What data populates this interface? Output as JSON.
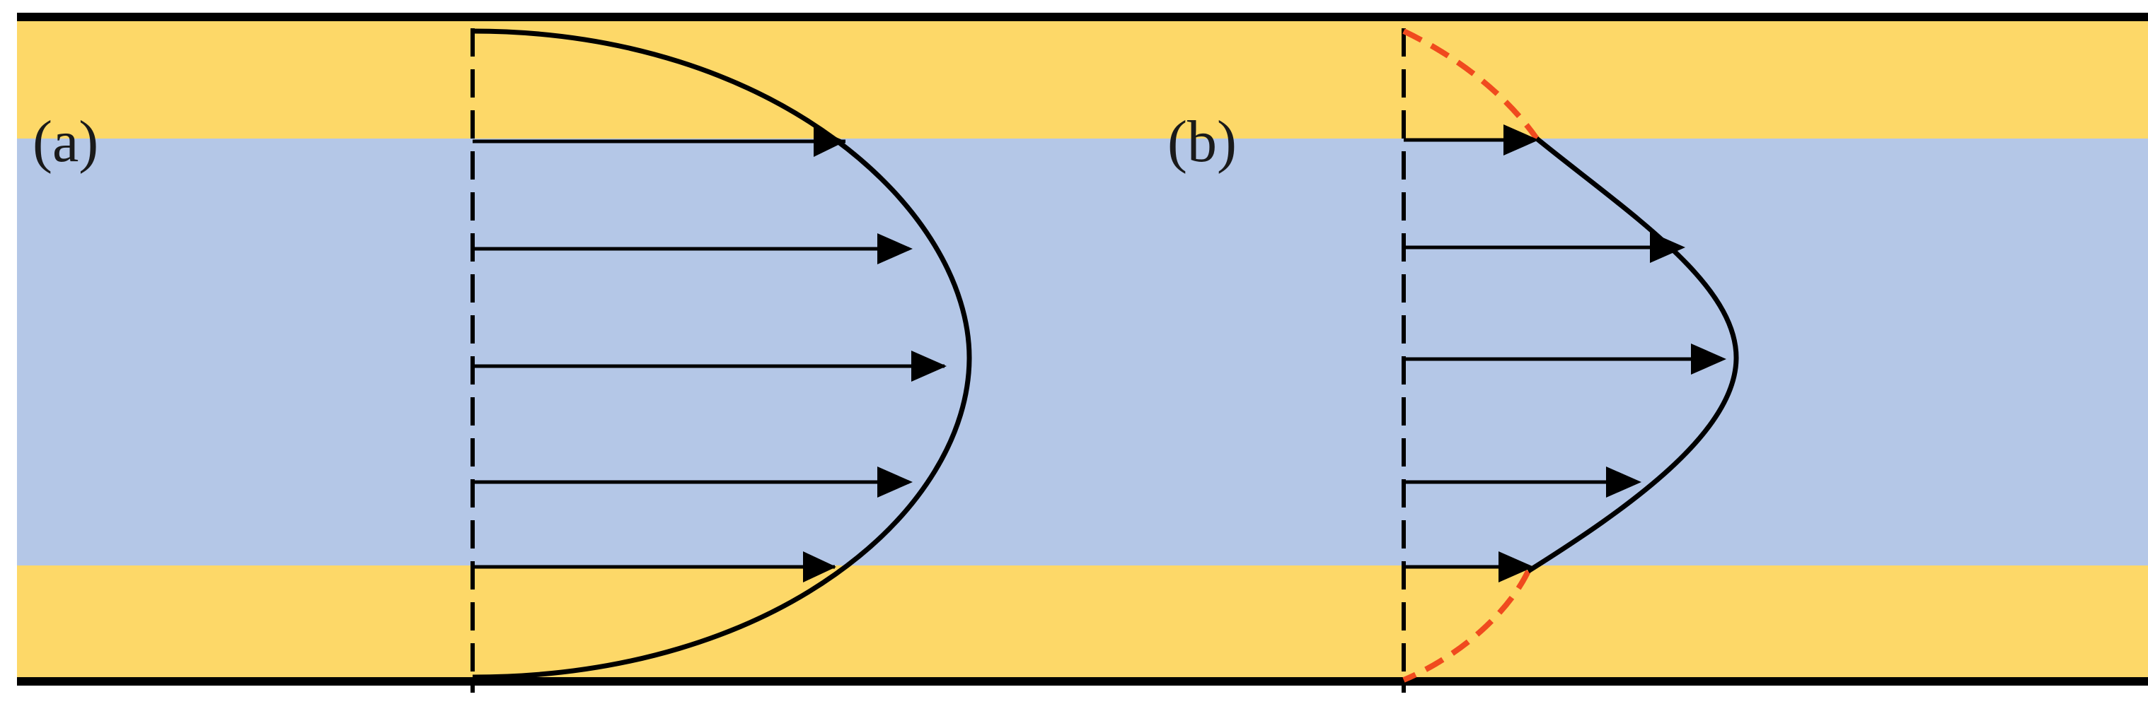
{
  "figure": {
    "panel_a_label": "(a)",
    "panel_b_label": "(b)"
  },
  "colors": {
    "wall": "#000000",
    "outer_layer": "#fdd868",
    "core_layer": "#b4c7e7",
    "profile": "#000000",
    "dashed_profile": "#f04a1e"
  },
  "panels": [
    {
      "id": "a",
      "arrow_count": 5,
      "profile": "parabolic"
    },
    {
      "id": "b",
      "arrow_count": 5,
      "profile": "truncated"
    }
  ]
}
